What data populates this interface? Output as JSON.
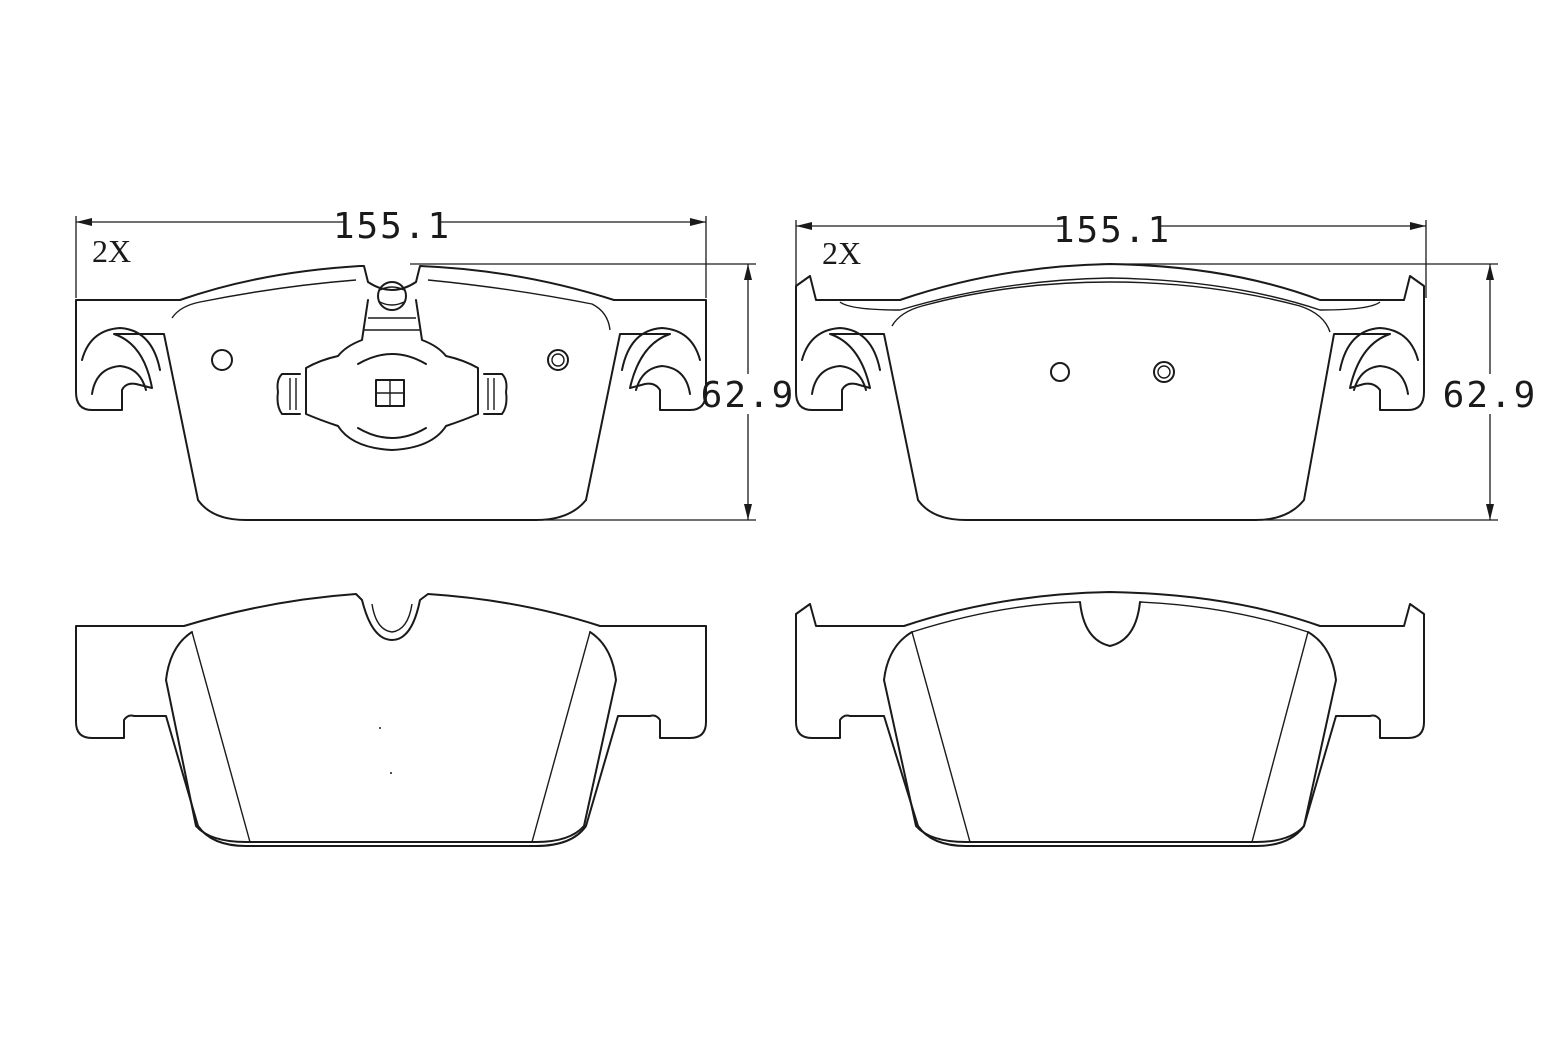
{
  "views": {
    "top_left": {
      "width_dim": "155.1",
      "height_dim": "62.9",
      "quantity": "2X"
    },
    "top_right": {
      "width_dim": "155.1",
      "height_dim": "62.9",
      "quantity": "2X"
    }
  },
  "colors": {
    "line": "#1a1a1a",
    "background": "#ffffff"
  }
}
